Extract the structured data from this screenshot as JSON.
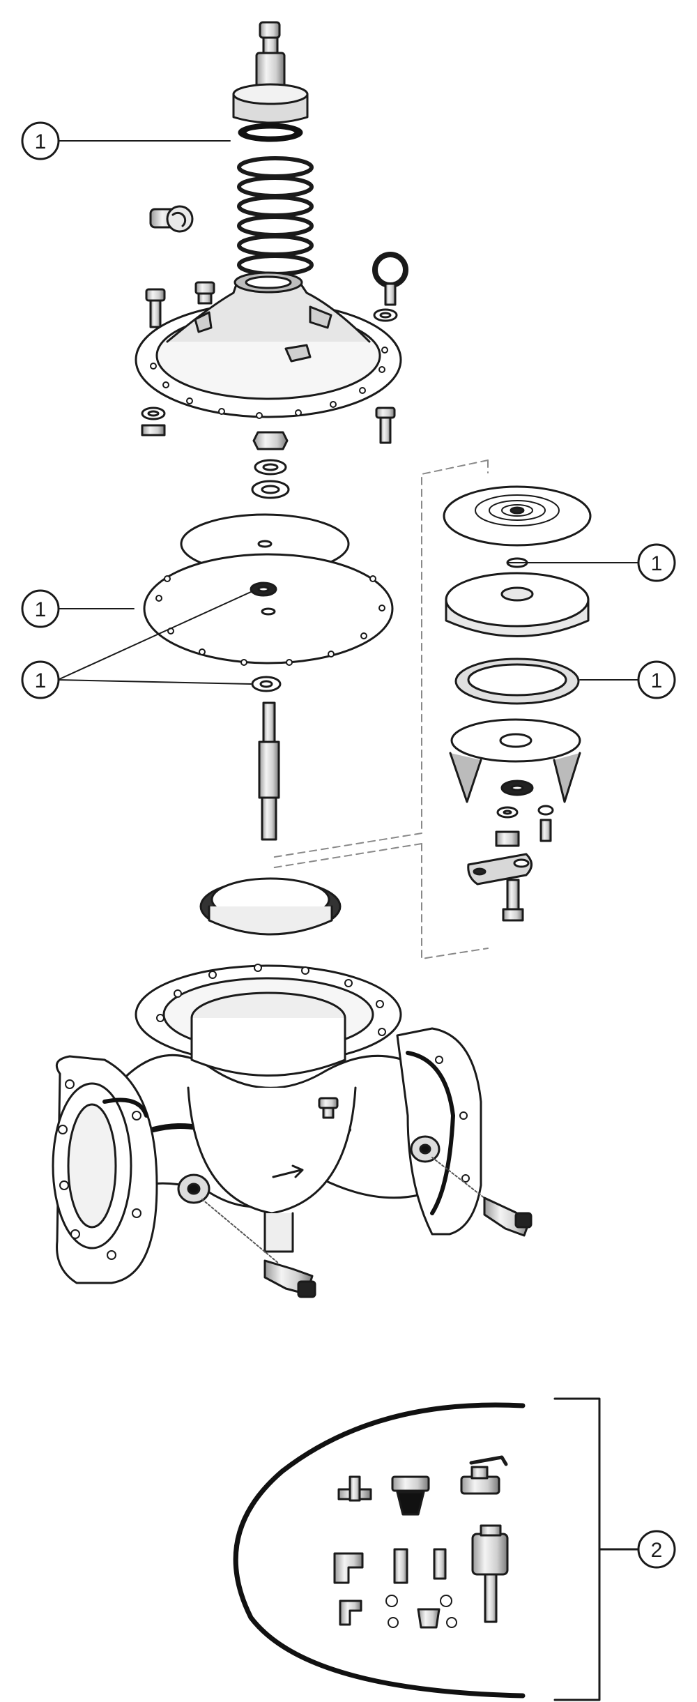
{
  "callouts": [
    {
      "id": "c1",
      "label": "1"
    },
    {
      "id": "c2",
      "label": "1"
    },
    {
      "id": "c3",
      "label": "1"
    },
    {
      "id": "c4",
      "label": "1"
    },
    {
      "id": "c5",
      "label": "1"
    },
    {
      "id": "c6",
      "label": "2"
    }
  ],
  "icons": {
    "flow_arrow": "flow-direction-arrow-icon",
    "rotate_arrow": "rotate-arrow-icon"
  },
  "colors": {
    "line": "#1a1a1a",
    "fill": "#ffffff",
    "shade": "#cfcfcf",
    "dark": "#222222"
  }
}
